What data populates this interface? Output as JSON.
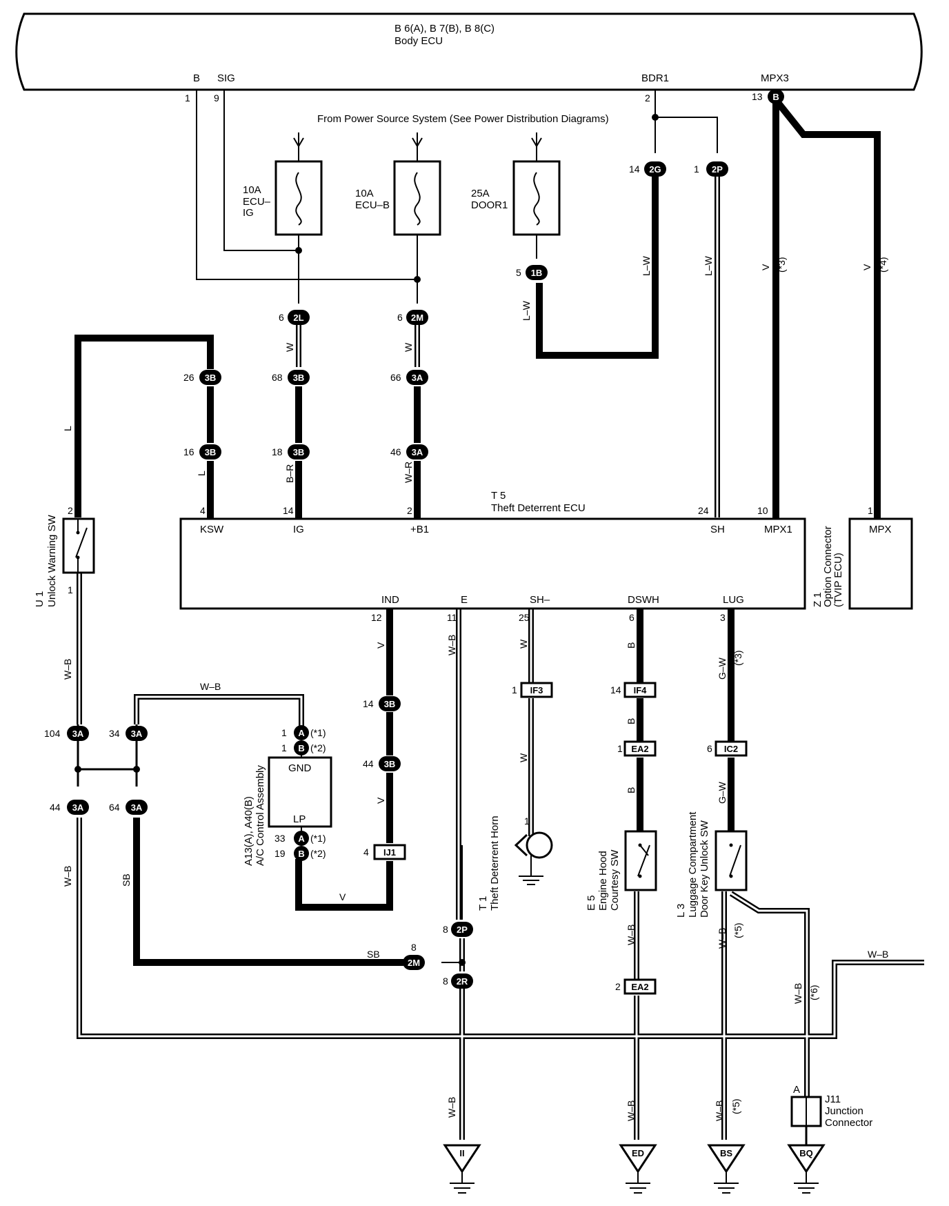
{
  "body_ecu": {
    "codes": "B 6(A), B 7(B), B 8(C)",
    "name": "Body ECU",
    "terminals": {
      "b": "B",
      "sig": "SIG",
      "bdr1": "BDR1",
      "mpx3": "MPX3"
    }
  },
  "power_source_note": "From Power Source System (See Power Distribution Diagrams)",
  "fuses": [
    {
      "amps": "10A",
      "name1": "ECU–",
      "name2": "IG"
    },
    {
      "amps": "10A",
      "name1": "ECU–B",
      "name2": ""
    },
    {
      "amps": "25A",
      "name1": "DOOR1",
      "name2": ""
    }
  ],
  "theft_ecu": {
    "code": "T 5",
    "name": "Theft Deterrent ECU",
    "top_terminals": [
      "KSW",
      "IG",
      "+B1",
      "SH",
      "MPX1"
    ],
    "bottom_terminals": [
      "IND",
      "E",
      "SH–",
      "DSWH",
      "LUG"
    ]
  },
  "option_connector": {
    "code": "Z 1",
    "name1": "Option Connector",
    "name2": "(TVIP ECU)",
    "terminal": "MPX"
  },
  "unlock_sw": {
    "code": "U 1",
    "name": "Unlock Warning SW"
  },
  "ac_control": {
    "code": "A13(A), A40(B)",
    "name": "A/C Control Assembly",
    "gnd": "GND",
    "lp": "LP"
  },
  "horn": {
    "code": "T 1",
    "name": "Theft Deterrent Horn"
  },
  "hood_sw": {
    "code": "E 5",
    "name1": "Engine Hood",
    "name2": "Courtesy SW"
  },
  "luggage_sw": {
    "code": "L 3",
    "name1": "Luggage Compartment",
    "name2": "Door Key Unlock SW"
  },
  "junction": {
    "code": "J11",
    "name1": "Junction",
    "name2": "Connector",
    "pin": "A"
  },
  "connectors": {
    "c_b": "B",
    "c_1b": "1B",
    "c_2g": "2G",
    "c_2p": "2P",
    "c_2l": "2L",
    "c_2m": "2M",
    "c_3b": "3B",
    "c_3a": "3A",
    "c_a": "A",
    "c_bb": "B",
    "c_2r": "2R",
    "c_if3": "IF3",
    "c_if4": "IF4",
    "c_ea2": "EA2",
    "c_ic2": "IC2",
    "c_ij1": "IJ1"
  },
  "grounds": [
    "II",
    "ED",
    "BS",
    "BQ"
  ],
  "wire_colors": {
    "lw": "L–W",
    "v": "V",
    "w": "W",
    "l": "L",
    "br": "B–R",
    "wr": "W–R",
    "wb": "W–B",
    "sb": "SB",
    "b": "B",
    "gw": "G–W"
  },
  "notes": {
    "n1": "(*1)",
    "n2": "(*2)",
    "n3": "(*3)",
    "n4": "(*4)",
    "n5": "(*5)",
    "n6": "(*6)"
  },
  "pins": {
    "p1": "1",
    "p2": "2",
    "p4": "4",
    "p5": "5",
    "p6": "6",
    "p8": "8",
    "p9": "9",
    "p10": "10",
    "p11": "11",
    "p12": "12",
    "p13": "13",
    "p14": "14",
    "p16": "16",
    "p18": "18",
    "p19": "19",
    "p24": "24",
    "p25": "25",
    "p26": "26",
    "p33": "33",
    "p34": "34",
    "p44": "44",
    "p46": "46",
    "p64": "64",
    "p66": "66",
    "p68": "68",
    "p104": "104"
  }
}
